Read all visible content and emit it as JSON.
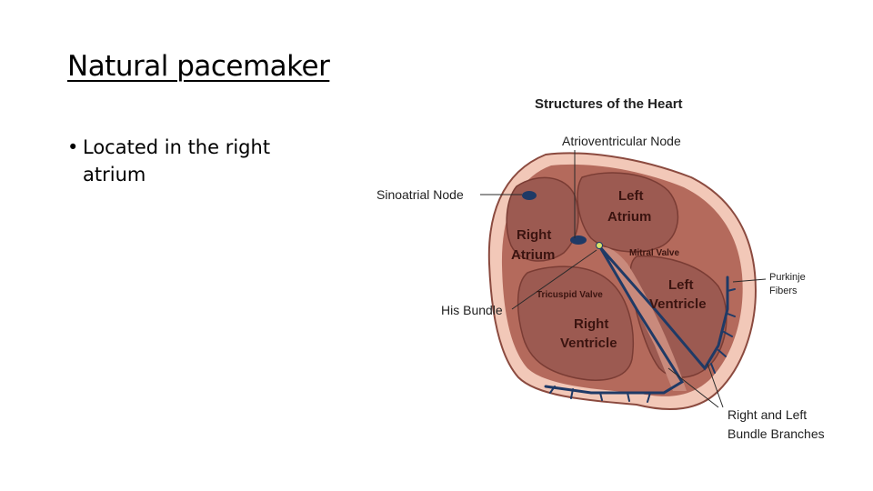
{
  "slide": {
    "title": "Natural pacemaker",
    "bullets": [
      "Located in the right atrium"
    ]
  },
  "diagram": {
    "title": "Structures of the Heart",
    "labels": {
      "av_node": "Atrioventricular Node",
      "sa_node": "Sinoatrial Node",
      "right_atrium_1": "Right",
      "right_atrium_2": "Atrium",
      "left_atrium_1": "Left",
      "left_atrium_2": "Atrium",
      "mitral_valve": "Mitral Valve",
      "purkinje_1": "Purkinje",
      "purkinje_2": "Fibers",
      "left_ventricle_1": "Left",
      "left_ventricle_2": "Ventricle",
      "tricuspid_valve": "Tricuspid Valve",
      "his_bundle": "His Bundle",
      "right_ventricle_1": "Right",
      "right_ventricle_2": "Ventricle",
      "bundle_branches_1": "Right and Left",
      "bundle_branches_2": "Bundle Branches"
    },
    "colors": {
      "muscle": "#b46a5c",
      "chamber": "#9c5a51",
      "outer": "#f2c8b8",
      "conduction": "#1f3a66",
      "av_node": "#d6e36a"
    }
  }
}
